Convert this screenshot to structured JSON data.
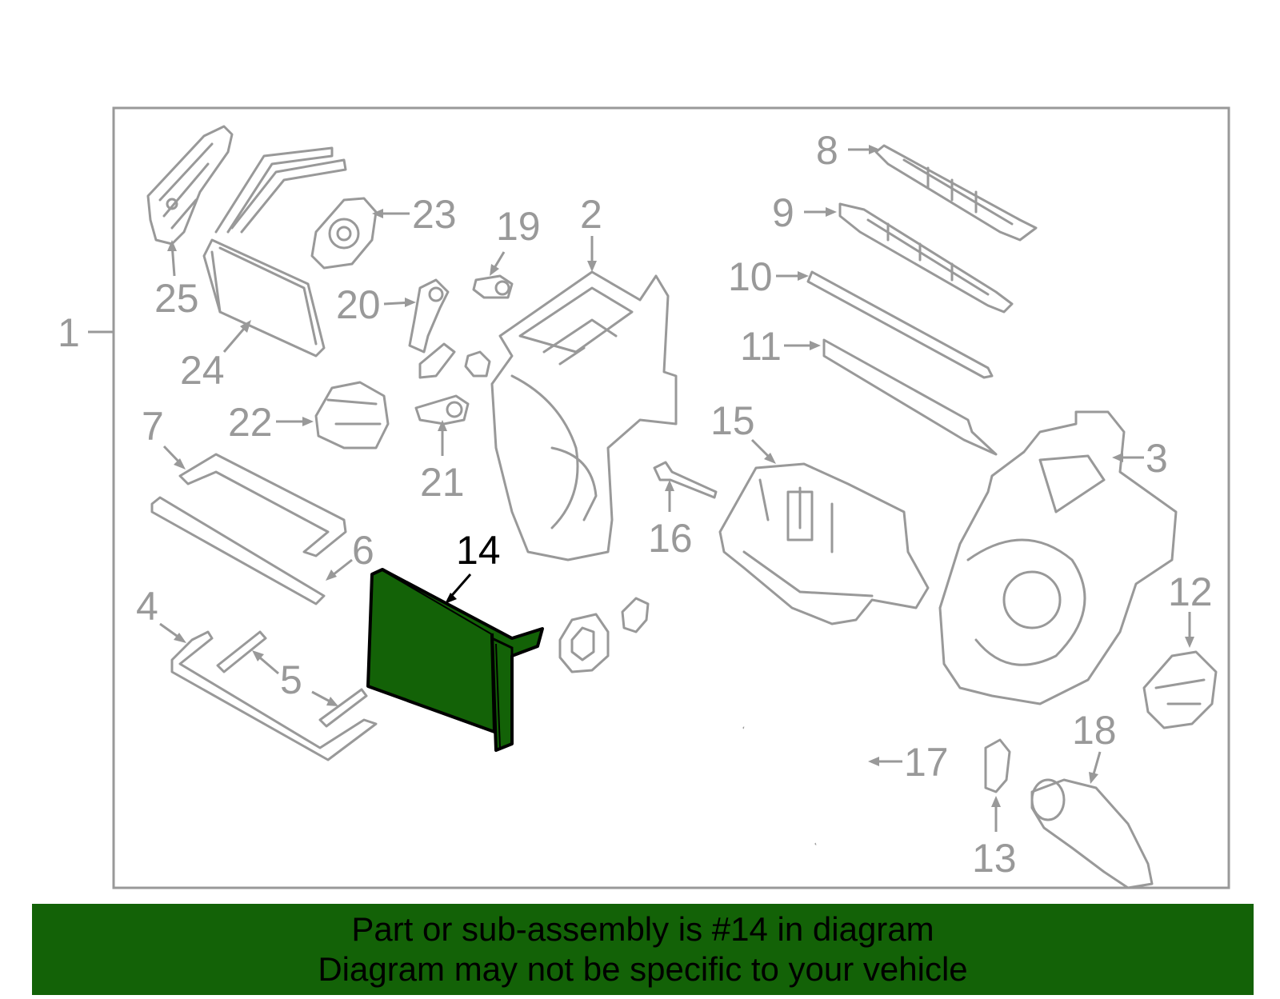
{
  "diagram": {
    "highlight_color": "#136207",
    "line_color": "#999999",
    "assembly_label": "1",
    "highlighted_part": "14",
    "callouts": [
      {
        "id": "2",
        "label": "2"
      },
      {
        "id": "3",
        "label": "3"
      },
      {
        "id": "4",
        "label": "4"
      },
      {
        "id": "5",
        "label": "5"
      },
      {
        "id": "6",
        "label": "6"
      },
      {
        "id": "7",
        "label": "7"
      },
      {
        "id": "8",
        "label": "8"
      },
      {
        "id": "9",
        "label": "9"
      },
      {
        "id": "10",
        "label": "10"
      },
      {
        "id": "11",
        "label": "11"
      },
      {
        "id": "12",
        "label": "12"
      },
      {
        "id": "13",
        "label": "13"
      },
      {
        "id": "14",
        "label": "14"
      },
      {
        "id": "15",
        "label": "15"
      },
      {
        "id": "16",
        "label": "16"
      },
      {
        "id": "17",
        "label": "17"
      },
      {
        "id": "18",
        "label": "18"
      },
      {
        "id": "19",
        "label": "19"
      },
      {
        "id": "20",
        "label": "20"
      },
      {
        "id": "21",
        "label": "21"
      },
      {
        "id": "22",
        "label": "22"
      },
      {
        "id": "23",
        "label": "23"
      },
      {
        "id": "24",
        "label": "24"
      },
      {
        "id": "25",
        "label": "25"
      }
    ]
  },
  "banner": {
    "color": "#136207",
    "line1": "Part or sub-assembly is #14 in diagram",
    "line2": "Diagram may not be specific to your vehicle"
  }
}
